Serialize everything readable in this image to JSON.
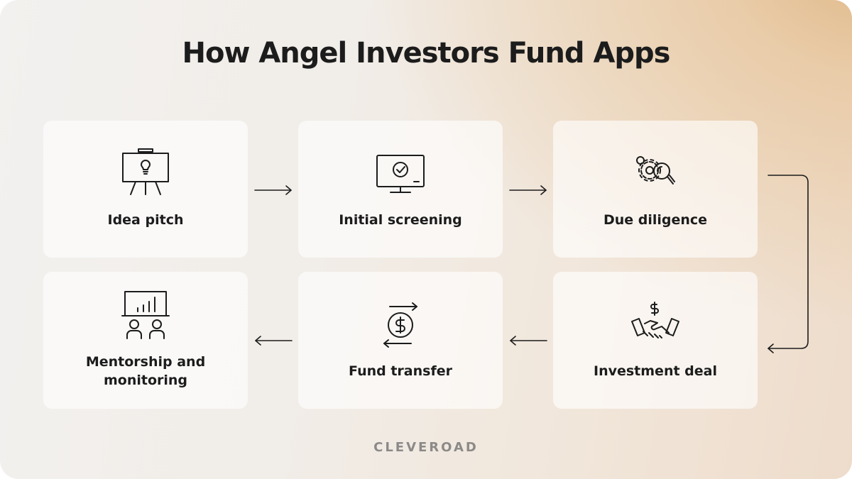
{
  "title": "How Angel Investors Fund Apps",
  "steps": [
    {
      "label": "Idea pitch",
      "icon": "idea-pitch-icon"
    },
    {
      "label": "Initial screening",
      "icon": "monitor-check-icon"
    },
    {
      "label": "Due diligence",
      "icon": "gears-magnifier-icon"
    },
    {
      "label": "Investment deal",
      "icon": "handshake-dollar-icon"
    },
    {
      "label": "Fund transfer",
      "icon": "dollar-transfer-icon"
    },
    {
      "label": "Mentorship and monitoring",
      "icon": "mentorship-board-icon"
    }
  ],
  "brand": "CLEVEROAD",
  "colors": {
    "text": "#1c1c1c",
    "card": "#ffffff",
    "accent": "#e0b886",
    "brand": "#8c8a88"
  }
}
